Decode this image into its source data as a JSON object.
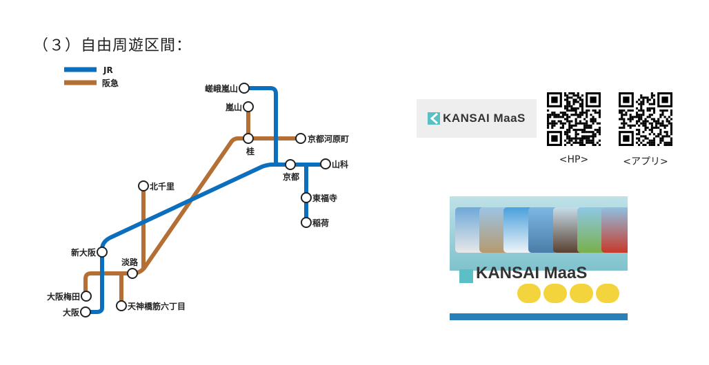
{
  "title": "（３）自由周遊区間：",
  "legend": [
    {
      "label": "JR",
      "color": "#0b6fbd"
    },
    {
      "label": "阪急",
      "color": "#b46f35"
    }
  ],
  "stations": {
    "saga_arashiyama": "嵯峨嵐山",
    "arashiyama": "嵐山",
    "katsura": "桂",
    "kawaramachi": "京都河原町",
    "kyoto": "京都",
    "yamashina": "山科",
    "tofukuji": "東福寺",
    "inari": "稲荷",
    "kitasenri": "北千里",
    "shin_osaka": "新大阪",
    "awaji": "淡路",
    "umeda": "大阪梅田",
    "osaka": "大阪",
    "tenjinbashi": "天神橋筋六丁目"
  },
  "brand": {
    "logo": "KANSAI MaaS",
    "qr_hp_label": "<HP>",
    "qr_app_label": "<アプリ>",
    "poster_title": "KANSAI MaaS"
  }
}
